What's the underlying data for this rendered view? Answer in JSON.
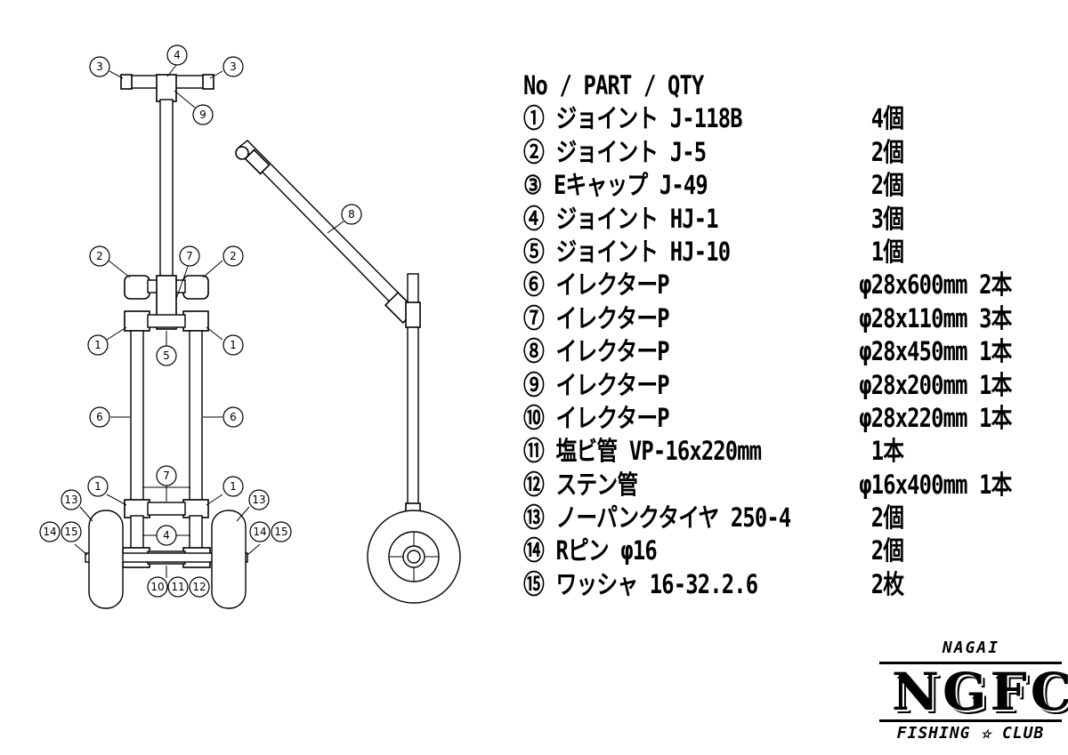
{
  "callouts": {
    "c3a": "3",
    "c4a": "4",
    "c3b": "3",
    "c9": "9",
    "c8": "8",
    "c2a": "2",
    "c7a": "7",
    "c2b": "2",
    "c1a": "1",
    "c1b": "1",
    "c5": "5",
    "c6a": "6",
    "c6b": "6",
    "c7b": "7",
    "c1c": "1",
    "c1d": "1",
    "c13a": "13",
    "c13b": "13",
    "c14a": "14",
    "c15a": "15",
    "c14b": "14",
    "c15b": "15",
    "c4b": "4",
    "c10": "10",
    "c11": "11",
    "c12": "12"
  },
  "parts_list": {
    "header": "No / PART / QTY",
    "items": [
      {
        "part": "① ジョイント J-118B",
        "spec": "",
        "qty": "4個"
      },
      {
        "part": "② ジョイント J-5",
        "spec": "",
        "qty": "2個"
      },
      {
        "part": "③ Eキャップ J-49",
        "spec": "",
        "qty": "2個"
      },
      {
        "part": "④ ジョイント HJ-1",
        "spec": "",
        "qty": "3個"
      },
      {
        "part": "⑤ ジョイント HJ-10",
        "spec": "",
        "qty": "1個"
      },
      {
        "part": "⑥ イレクターP",
        "spec": "φ28x600mm",
        "qty": "2本"
      },
      {
        "part": "⑦ イレクターP",
        "spec": "φ28x110mm",
        "qty": "3本"
      },
      {
        "part": "⑧ イレクターP",
        "spec": "φ28x450mm",
        "qty": "1本"
      },
      {
        "part": "⑨ イレクターP",
        "spec": "φ28x200mm",
        "qty": "1本"
      },
      {
        "part": "⑩ イレクターP",
        "spec": "φ28x220mm",
        "qty": "1本"
      },
      {
        "part": "⑪ 塩ビ管 VP-16x220mm",
        "spec": "",
        "qty": "1本"
      },
      {
        "part": "⑫ ステン管",
        "spec": "φ16x400mm",
        "qty": "1本"
      },
      {
        "part": "⑬ ノーパンクタイヤ 250-4",
        "spec": "",
        "qty": "2個"
      },
      {
        "part": "⑭ Rピン φ16",
        "spec": "",
        "qty": "2個"
      },
      {
        "part": "⑮ ワッシャ 16-32.2.6",
        "spec": "",
        "qty": "2枚"
      }
    ]
  },
  "logo": {
    "top": "NAGAI",
    "main": "NGFC",
    "bottom": "FISHING ☆ CLUB"
  }
}
